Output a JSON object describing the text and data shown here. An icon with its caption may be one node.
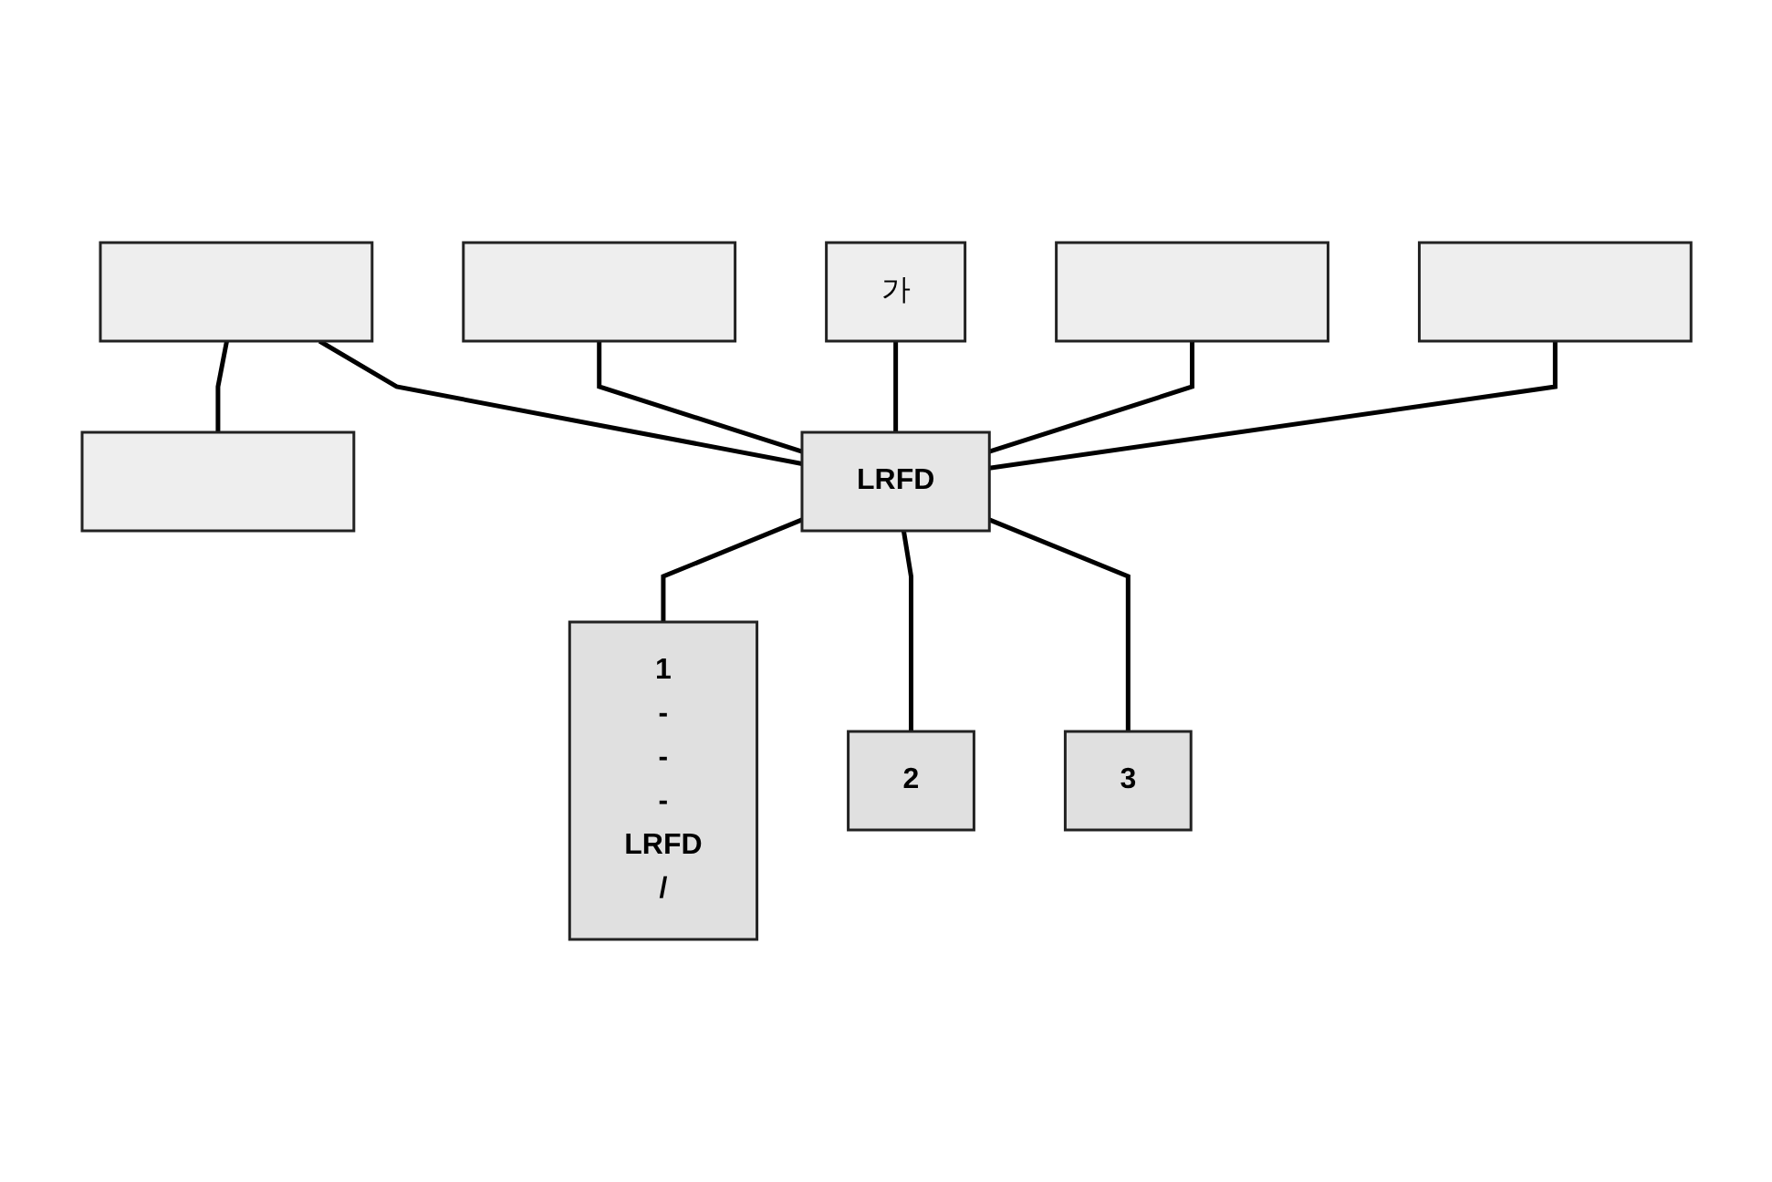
{
  "diagram": {
    "nodes": [
      {
        "text": [],
        "shape": "box"
      },
      {
        "text": [],
        "shape": "box"
      },
      {
        "text": [],
        "shape": "box"
      },
      {
        "text": [
          "가"
        ]
      },
      {
        "text": [],
        "shape": "box"
      },
      {
        "text": [],
        "shape": "box"
      },
      {
        "text": [
          "LRFD"
        ]
      },
      {
        "text": [
          "1",
          "-",
          "-",
          "-",
          "LRFD",
          "/"
        ]
      },
      {
        "text": [
          "2"
        ]
      },
      {
        "text": [
          "3"
        ]
      }
    ],
    "edges": [
      {
        "from": 0,
        "to": 1,
        "arrow": "none"
      },
      {
        "from": 0,
        "to": 6,
        "arrow": "none"
      },
      {
        "from": 2,
        "to": 6,
        "arrow": "none"
      },
      {
        "from": 3,
        "to": 6,
        "arrow": "none"
      },
      {
        "from": 4,
        "to": 6,
        "arrow": "none"
      },
      {
        "from": 5,
        "to": 6,
        "arrow": "none"
      },
      {
        "from": 6,
        "to": 7,
        "arrow": "none"
      },
      {
        "from": 6,
        "to": 8,
        "arrow": "none"
      },
      {
        "from": 6,
        "to": 9,
        "arrow": "none"
      }
    ]
  }
}
